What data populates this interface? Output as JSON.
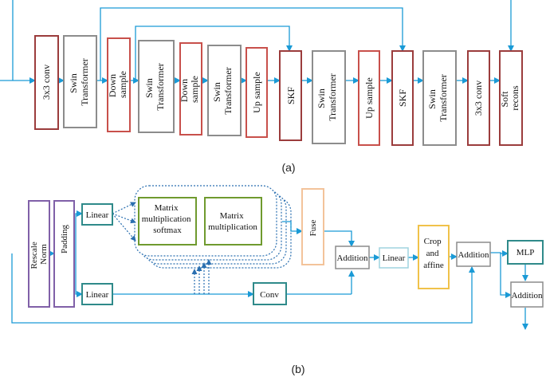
{
  "colors": {
    "arrow": "#1a9ad6",
    "brown": "#9b3c3c",
    "gray": "#8c8c8c",
    "red": "#c8504b",
    "purple": "#8060a8",
    "teal": "#2f8a8a",
    "green": "#6f9a2e",
    "peach": "#f3c39a",
    "lightblue": "#9fd3df",
    "yellow": "#f0c24a",
    "dotted": "#2a6fb0"
  },
  "panel_a": {
    "caption": "(a)",
    "blocks": {
      "conv3x3_in": "3x3 conv",
      "swin1": [
        "Swin",
        "Transformer"
      ],
      "down1": [
        "Down",
        "sample"
      ],
      "swin2": [
        "Swin",
        "Transformer"
      ],
      "down2": [
        "Down",
        "sample"
      ],
      "swin3": [
        "Swin",
        "Transformer"
      ],
      "up1": "Up sample",
      "skf1": "SKF",
      "swin4": [
        "Swin",
        "Transformer"
      ],
      "up2": "Up sample",
      "skf2": "SKF",
      "swin5": [
        "Swin",
        "Transformer"
      ],
      "conv3x3_out": "3x3 conv",
      "soft": [
        "Soft",
        "recons"
      ]
    }
  },
  "panel_b": {
    "caption": "(b)",
    "blocks": {
      "rescale": [
        "Rescale",
        "Norm"
      ],
      "padding": "Padding",
      "linear_top": "Linear",
      "linear_bottom": "Linear",
      "matmul_softmax": [
        "Matrix",
        "multiplication",
        "softmax"
      ],
      "matmul": [
        "Matrix",
        "multiplication"
      ],
      "fuse": "Fuse",
      "conv": "Conv",
      "addition1": "Addition",
      "linear2": "Linear",
      "crop": [
        "Crop",
        "and",
        "affine"
      ],
      "addition2": "Addition",
      "mlp": "MLP",
      "addition3": "Addition"
    }
  }
}
